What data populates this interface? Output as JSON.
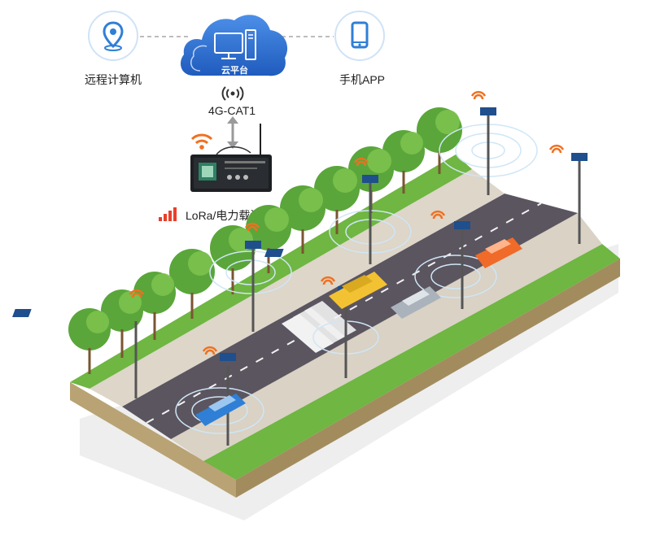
{
  "nodes": {
    "remote": {
      "label": "远程计算机"
    },
    "cloud": {
      "label": "云平台"
    },
    "mobile": {
      "label": "手机APP"
    }
  },
  "links": {
    "uplink": {
      "label": "4G-CAT1"
    },
    "field": {
      "label": "LoRa/电力载波"
    }
  },
  "colors": {
    "accent_blue": "#2f7fd6",
    "cloud_blue": "#2a6fd0",
    "signal_orange": "#f07020",
    "grass": "#6fb642",
    "road": "#5b5560"
  }
}
